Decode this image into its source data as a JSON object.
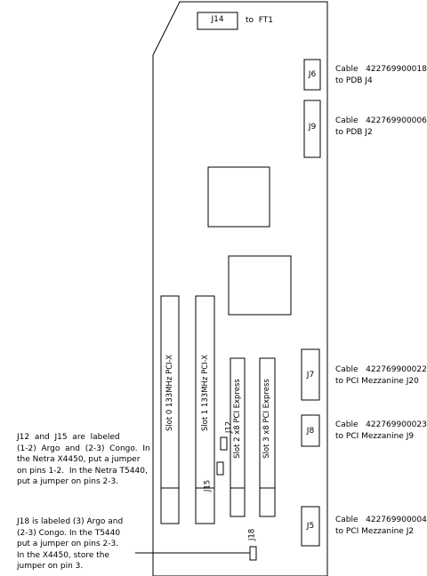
{
  "connectors": {
    "j14": "J14",
    "j14_dest": "to  FT1",
    "j6": "J6",
    "j9": "J9",
    "j7": "J7",
    "j8": "J8",
    "j5": "J5",
    "j12": "J12",
    "j15": "J15",
    "j18": "J18"
  },
  "cables": [
    {
      "id": "j6",
      "line1": "Cable   422769900018",
      "line2": "to PDB J4"
    },
    {
      "id": "j9",
      "line1": "Cable   422769900006",
      "line2": "to PDB J2"
    },
    {
      "id": "j7",
      "line1": "Cable   422769900022",
      "line2": "to PCI Mezzanine J20"
    },
    {
      "id": "j8",
      "line1": "Cable   422769900023",
      "line2": "to PCI Mezzanine J9"
    },
    {
      "id": "j5",
      "line1": "Cable   422769900004",
      "line2": "to PCI Mezzanine J2"
    }
  ],
  "slots": [
    {
      "label": "Slot 0 133MHz  PCI-X"
    },
    {
      "label": "Slot 1 133MHz  PCI-X"
    },
    {
      "label": "Slot 2  x8  PCI Express"
    },
    {
      "label": "Slot 3   x8 PCI Express"
    }
  ],
  "notes": {
    "j12_j15": "J12  and  J15  are  labeled\n(1-2)  Argo  and  (2-3)  Congo.  In\nthe Netra X4450, put a jumper\non pins 1-2.  In the Netra T5440,\nput a jumper on pins 2-3.",
    "j18": "J18 is labeled (3) Argo and\n(2-3) Congo. In the T5440\nput a jumper on pins 2-3.\nIn the X4450, store the\njumper on pin 3."
  }
}
